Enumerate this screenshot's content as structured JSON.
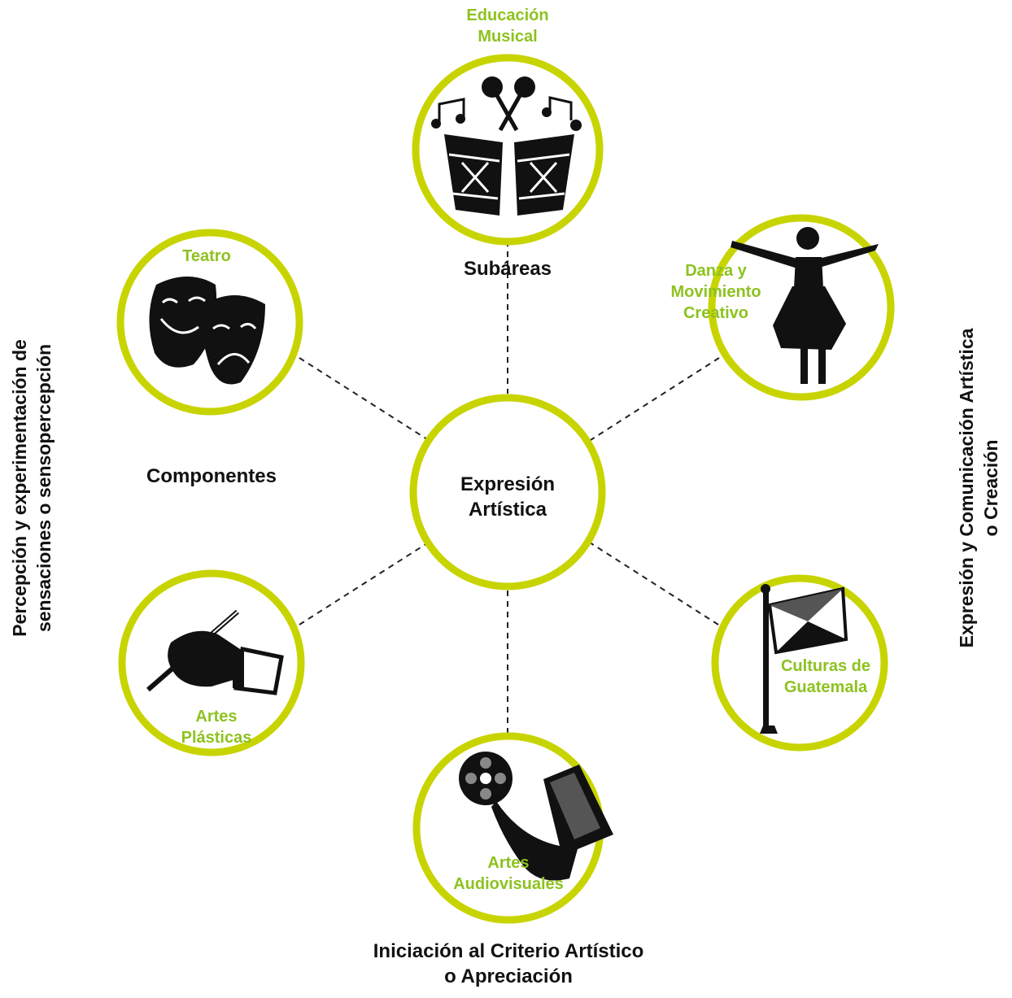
{
  "colors": {
    "ring": "#c8d400",
    "node_label": "#8dc21f",
    "text": "#111111",
    "connector": "#222222"
  },
  "center": {
    "line1": "Expresión",
    "line2": "Artística"
  },
  "nodes": {
    "educacion_musical": {
      "line1": "Educación",
      "line2": "Musical",
      "icon": "drums-icon"
    },
    "teatro": {
      "line1": "Teatro",
      "icon": "theater-masks-icon"
    },
    "danza": {
      "line1": "Danza y",
      "line2": "Movimiento",
      "line3": "Creativo",
      "icon": "dancer-icon"
    },
    "artes_plasticas": {
      "line1": "Artes",
      "line2": "Plásticas",
      "icon": "hand-brush-icon"
    },
    "culturas": {
      "line1": "Culturas de",
      "line2": "Guatemala",
      "icon": "flag-icon"
    },
    "audiovisuales": {
      "line1": "Artes",
      "line2": "Audiovisuales",
      "icon": "film-reel-icon"
    }
  },
  "labels": {
    "subareas": "Subáreas",
    "componentes": "Componentes",
    "left_vertical": {
      "line1": "Percepción y experimentación de",
      "line2": "sensaciones o sensopercepción"
    },
    "right_vertical": {
      "line1": "Expresión y Comunicación Artística",
      "line2": "o Creación"
    },
    "bottom": {
      "line1": "Iniciación al Criterio Artístico",
      "line2": "o Apreciación"
    }
  }
}
